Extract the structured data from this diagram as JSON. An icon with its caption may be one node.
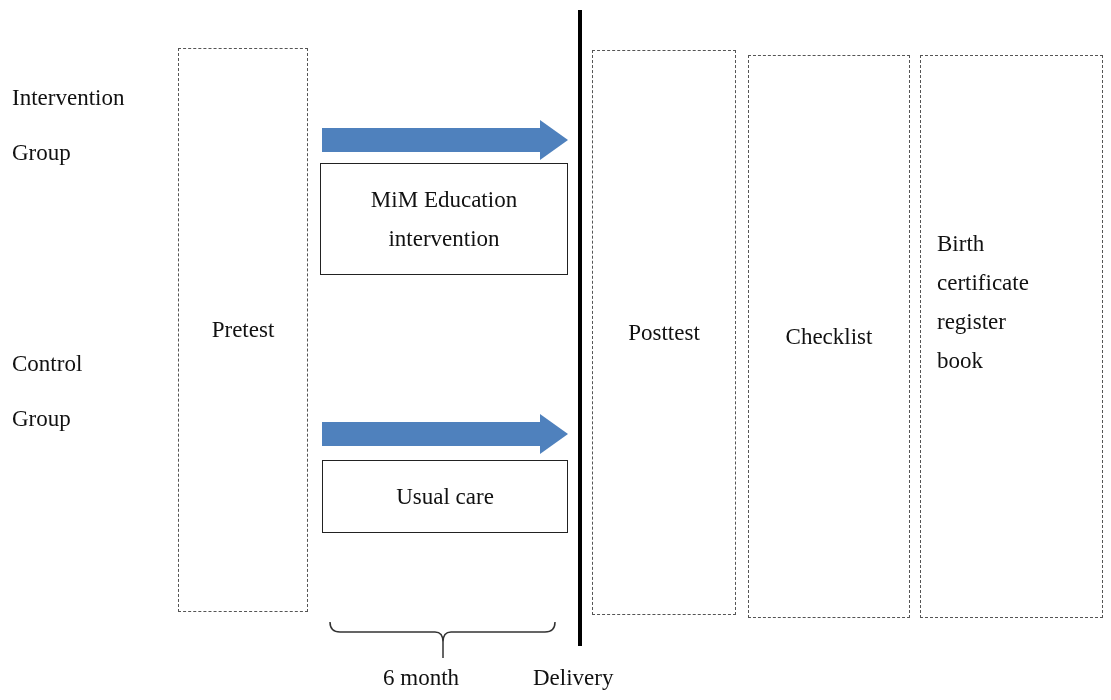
{
  "diagram": {
    "nodes": [
      {
        "text": [
          "Pretest"
        ]
      },
      {
        "text": [
          "MiM Education intervention"
        ]
      },
      {
        "text": [
          "Usual care"
        ]
      },
      {
        "text": [],
        "shape": "bar",
        "beside": [
          "Delivery"
        ]
      },
      {
        "text": [
          "Posttest"
        ]
      },
      {
        "text": [
          "Checklist"
        ]
      },
      {
        "text": [
          "Birth certificate register book"
        ]
      }
    ],
    "edges": [
      {
        "from": 0,
        "to": 3,
        "arrow": "to"
      },
      {
        "from": 0,
        "to": 3,
        "arrow": "to"
      }
    ],
    "labels": [
      "Intervention Group",
      "Control Group",
      "6 month"
    ]
  }
}
